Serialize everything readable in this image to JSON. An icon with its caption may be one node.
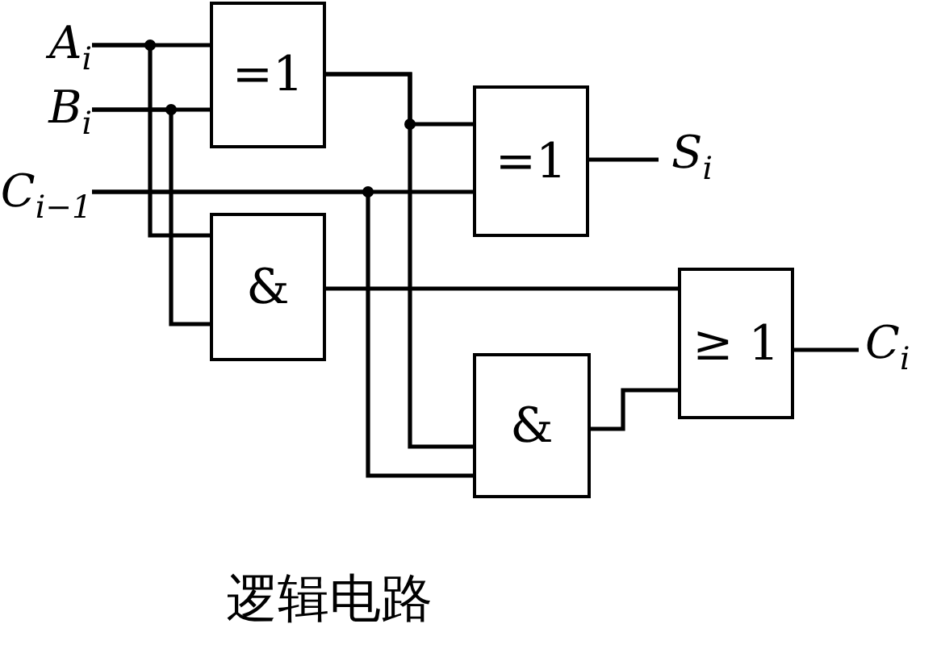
{
  "diagram": {
    "caption": "逻辑电路",
    "nodes": [
      {
        "text": [
          "A$_{i}$"
        ]
      },
      {
        "text": [
          "B$_{i}$"
        ]
      },
      {
        "text": [
          "C$_{i−1}$"
        ]
      },
      {
        "text": [
          "=1"
        ]
      },
      {
        "text": [
          "&"
        ]
      },
      {
        "text": [
          "=1"
        ]
      },
      {
        "text": [
          "&"
        ]
      },
      {
        "text": [
          "≥ 1"
        ]
      },
      {
        "text": [
          "S$_{i}$"
        ]
      },
      {
        "text": [
          "C$_{i}$"
        ]
      }
    ],
    "edges": [
      {
        "from": 0,
        "to": 3,
        "arrow": "none"
      },
      {
        "from": 0,
        "to": 4,
        "arrow": "none"
      },
      {
        "from": 1,
        "to": 3,
        "arrow": "none"
      },
      {
        "from": 1,
        "to": 4,
        "arrow": "none"
      },
      {
        "from": 2,
        "to": 5,
        "arrow": "none"
      },
      {
        "from": 2,
        "to": 6,
        "arrow": "none"
      },
      {
        "from": 3,
        "to": 5,
        "arrow": "none"
      },
      {
        "from": 3,
        "to": 6,
        "arrow": "none"
      },
      {
        "from": 4,
        "to": 7,
        "arrow": "none"
      },
      {
        "from": 6,
        "to": 7,
        "arrow": "none"
      },
      {
        "from": 5,
        "to": 8,
        "arrow": "none"
      },
      {
        "from": 7,
        "to": 9,
        "arrow": "none"
      }
    ]
  }
}
